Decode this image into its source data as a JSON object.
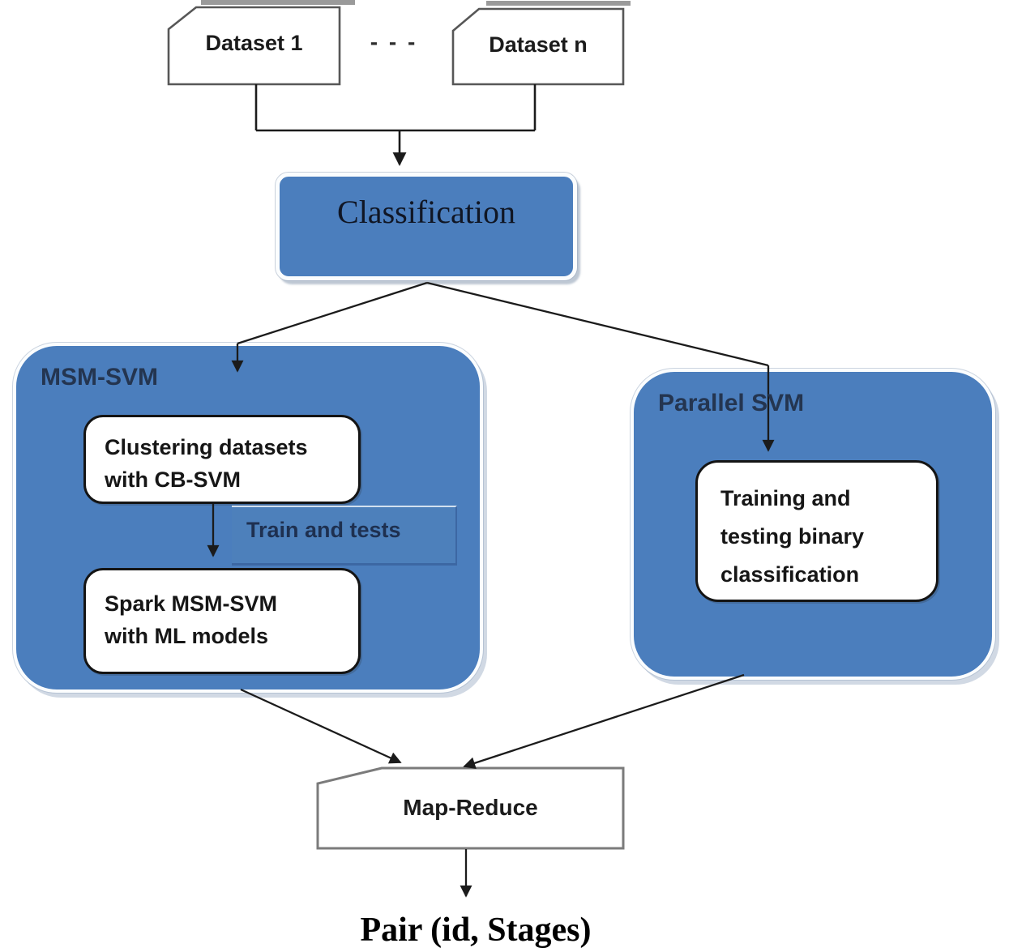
{
  "colors": {
    "node_blue": "#4b7ebd",
    "note_blue_border": "#3c67a3",
    "group_border_white": "#fbfdfe",
    "card_border_gray": "#575757",
    "mapreduce_border_gray": "#7b7b7b",
    "connector_black": "#1b1b1b",
    "label_navy": "#243550"
  },
  "nodes": {
    "dataset1": "Dataset 1",
    "ellipsis": "- - -",
    "datasetn": "Dataset n",
    "classification": "Classification",
    "msm_group": "MSM-SVM",
    "clustering": {
      "line1": "Clustering datasets",
      "line2": "with CB-SVM"
    },
    "train_note": "Train and tests",
    "spark": {
      "line1": "Spark MSM-SVM",
      "line2": "with ML models"
    },
    "parallel_group": "Parallel SVM",
    "training": {
      "line1": "Training and",
      "line2": "testing binary",
      "line3": "classification"
    },
    "mapreduce": "Map-Reduce",
    "output_pair": "Pair (id, Stages)"
  }
}
